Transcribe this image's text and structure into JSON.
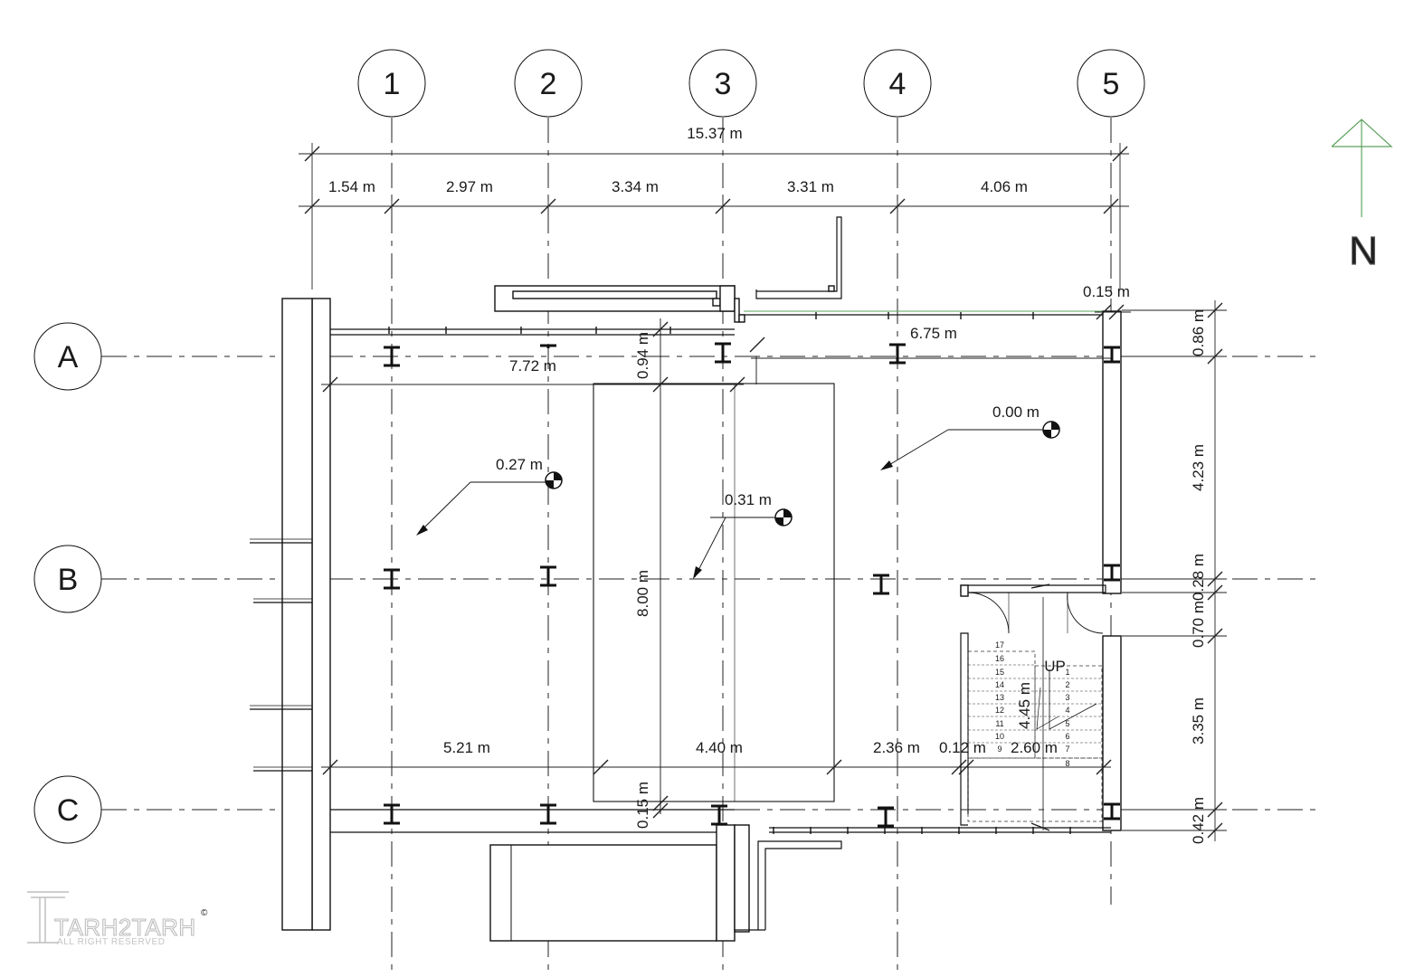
{
  "grid": {
    "columns": [
      {
        "label": "1"
      },
      {
        "label": "2"
      },
      {
        "label": "3"
      },
      {
        "label": "4"
      },
      {
        "label": "5"
      }
    ],
    "rows": [
      {
        "label": "A"
      },
      {
        "label": "B"
      },
      {
        "label": "C"
      }
    ]
  },
  "dimensions": {
    "overall_width": "15.37 m",
    "column_spacing": [
      "1.54 m",
      "2.97 m",
      "3.34 m",
      "3.31 m",
      "4.06 m"
    ],
    "right_side": [
      "0.86 m",
      "4.23 m",
      "0.28 m",
      "0.70 m",
      "3.35 m",
      "0.42 m"
    ],
    "wall_thickness_top": "0.15 m",
    "wall_top_right": "6.75 m",
    "wall_top_left": "7.72 m",
    "gap_top": "0.94 m",
    "central_height": "8.00 m",
    "gap_bottom": "0.15 m",
    "bottom_segments": [
      "5.21 m",
      "4.40 m",
      "2.36 m",
      "0.12 m",
      "2.60 m"
    ],
    "stair_length": "4.45 m"
  },
  "levels": [
    {
      "label": "0.27 m"
    },
    {
      "label": "0.31 m"
    },
    {
      "label": "0.00 m"
    }
  ],
  "stair": {
    "up_label": "UP",
    "right_steps": [
      "1",
      "2",
      "3",
      "4",
      "5",
      "6",
      "7",
      "8"
    ],
    "left_steps": [
      "17",
      "16",
      "15",
      "14",
      "13",
      "12",
      "11",
      "10",
      "9"
    ]
  },
  "north": {
    "label": "N"
  },
  "watermark": {
    "brand": "TARH2TARH",
    "rights": "ALL RIGHT RESERVED",
    "mark": "©"
  },
  "colors": {
    "line": "#111111",
    "north_arrow": "#5ea25e",
    "watermark": "#bdbdbd"
  }
}
